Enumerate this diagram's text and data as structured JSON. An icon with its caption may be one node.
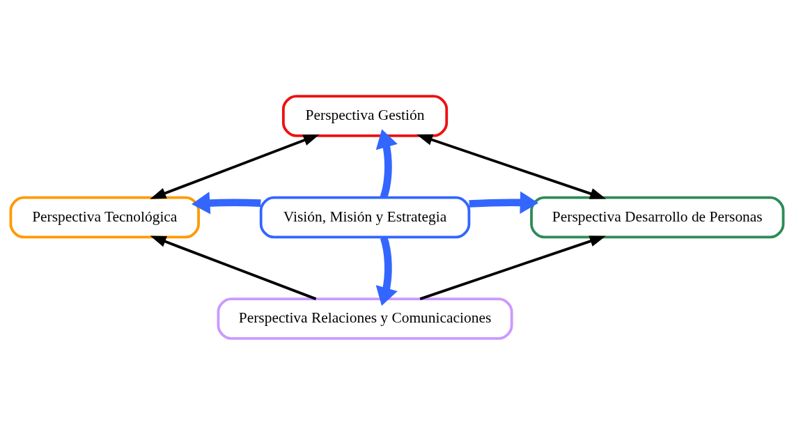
{
  "diagram": {
    "nodes": [
      {
        "text": [
          "Visión, Misión y Estrategia"
        ]
      },
      {
        "text": [
          "Perspectiva Gestión"
        ]
      },
      {
        "text": [
          "Perspectiva Tecnológica"
        ]
      },
      {
        "text": [
          "Perspectiva Desarrollo de Personas"
        ]
      },
      {
        "text": [
          "Perspectiva Relaciones y Comunicaciones"
        ]
      }
    ],
    "edges": [
      {
        "from": 0,
        "to": 2,
        "arrow": "to",
        "style": "thick",
        "color": "#3366ff"
      },
      {
        "from": 0,
        "to": 3,
        "arrow": "to",
        "style": "thick",
        "color": "#3366ff"
      },
      {
        "from": 0,
        "to": 1,
        "arrow": "to",
        "style": "thick",
        "color": "#3366ff"
      },
      {
        "from": 0,
        "to": 4,
        "arrow": "to",
        "style": "thick",
        "color": "#3366ff"
      },
      {
        "from": 2,
        "to": 1,
        "arrow": "both",
        "color": "#000000"
      },
      {
        "from": 3,
        "to": 1,
        "arrow": "both",
        "color": "#000000"
      },
      {
        "from": 4,
        "to": 2,
        "arrow": "to",
        "color": "#000000"
      },
      {
        "from": 4,
        "to": 3,
        "arrow": "to",
        "color": "#000000"
      }
    ]
  }
}
